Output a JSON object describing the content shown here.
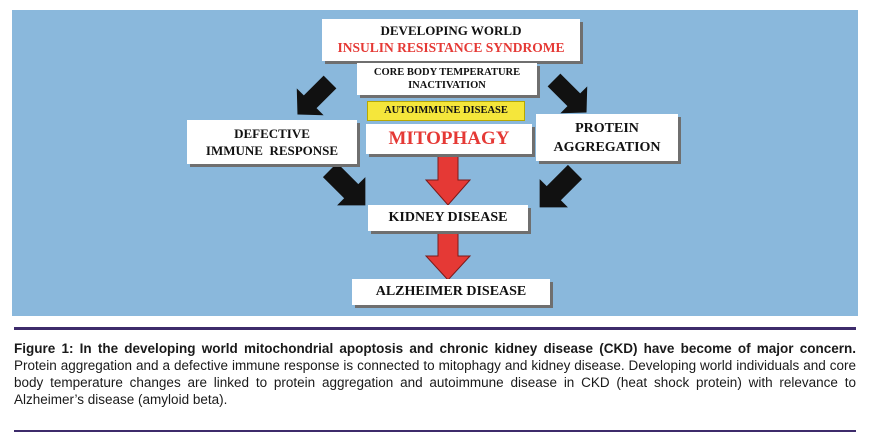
{
  "diagram": {
    "top_box": {
      "line1": "DEVELOPING WORLD",
      "line2": "INSULIN RESISTANCE SYNDROME"
    },
    "core_box": {
      "line1": "CORE BODY TEMPERATURE",
      "line2": "INACTIVATION"
    },
    "autoimmune_label": "AUTOIMMUNE DISEASE",
    "mitophagy_label": "MITOPHAGY",
    "defective_box": {
      "line1": "DEFECTIVE",
      "line2": "IMMUNE  RESPONSE"
    },
    "protein_box": {
      "line1": "PROTEIN",
      "line2": "AGGREGATION"
    },
    "kidney_label": "KIDNEY DISEASE",
    "alzheimer_label": "ALZHEIMER DISEASE",
    "colors": {
      "panel": "#8ab8dc",
      "red_text": "#e53935",
      "highlight": "#f5e63b",
      "red_arrow": "#e53935",
      "black_arrow": "#111111"
    }
  },
  "caption": {
    "bold": "Figure 1: In the developing world mitochondrial apoptosis and chronic kidney disease (CKD) have become of major concern.",
    "text": " Protein aggregation and a defective immune response is connected to mitophagy and kidney disease. Developing world individuals and core body temperature changes are linked to protein aggregation and autoimmune disease in CKD (heat shock protein) with relevance to Alzheimer’s disease (amyloid beta)."
  }
}
